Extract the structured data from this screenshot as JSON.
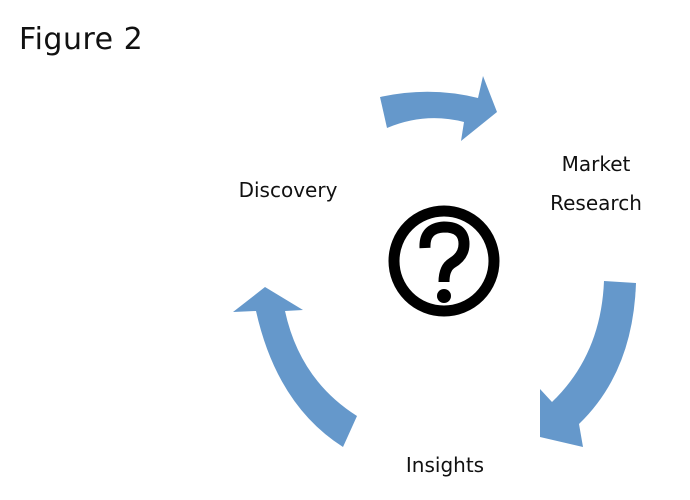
{
  "figure": {
    "title": "Figure 2",
    "center_icon": "question-circle-icon",
    "arrow_color": "#6598cb",
    "icon_color": "#000000",
    "cycle": [
      {
        "label": "Discovery"
      },
      {
        "label": "Market\nResearch"
      },
      {
        "label": "Insights"
      }
    ],
    "labels": {
      "discovery": "Discovery",
      "market_line1": "Market",
      "market_line2": "Research",
      "insights": "Insights"
    }
  }
}
